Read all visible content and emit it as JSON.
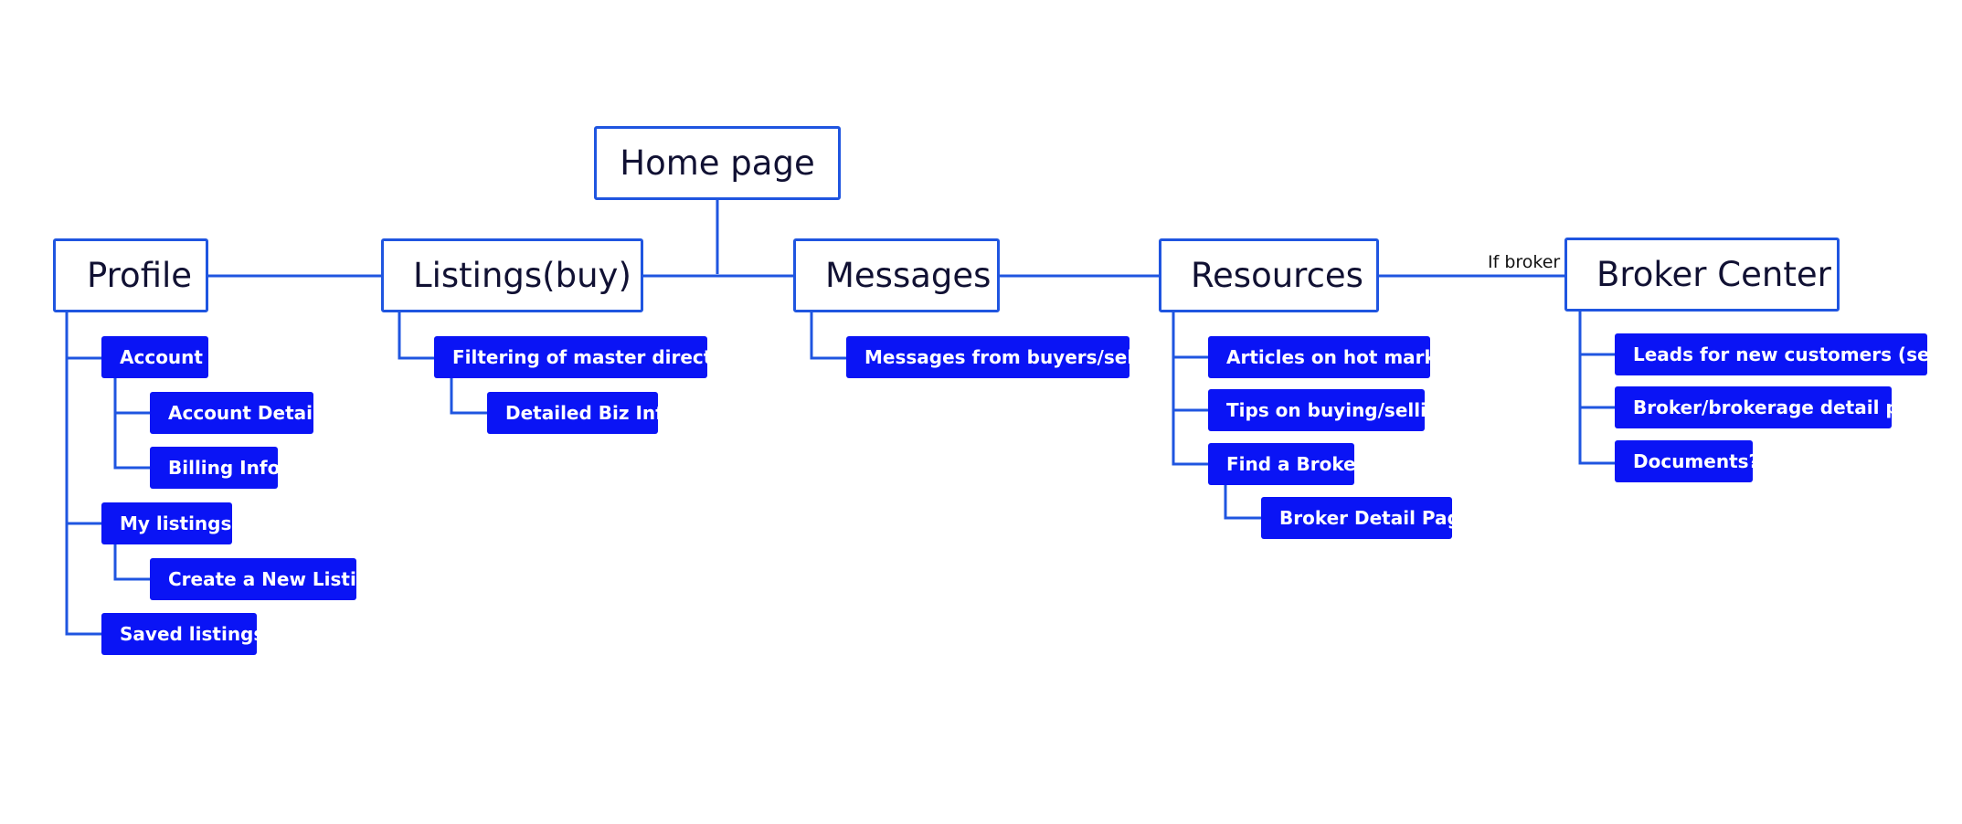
{
  "colors": {
    "line": "#1f55e0",
    "main_border": "#1f55e0",
    "sub_fill": "#0a14f5",
    "sub_text": "#ffffff",
    "main_text": "#111133"
  },
  "nodes": {
    "home": "Home page",
    "profile": "Profile",
    "listings": "Listings(buy)",
    "messages": "Messages",
    "resources": "Resources",
    "broker_center": "Broker Center",
    "account": "Account",
    "account_details": "Account Details",
    "billing_info": "Billing Info",
    "my_listings": "My listings",
    "create_listing": "Create a New Listing",
    "saved_listings": "Saved listings",
    "filtering": "Filtering of master directory",
    "detailed_biz": "Detailed Biz Info",
    "messages_buyers": "Messages from buyers/sellers",
    "articles": "Articles on hot markets",
    "tips": "Tips on buying/selling",
    "find_broker": "Find a Broker",
    "broker_detail": "Broker Detail Page",
    "leads": "Leads for new customers (sellers)",
    "brokerage_detail": "Broker/brokerage detail page",
    "documents": "Documents?"
  },
  "edge_labels": {
    "if_broker": "If broker"
  }
}
